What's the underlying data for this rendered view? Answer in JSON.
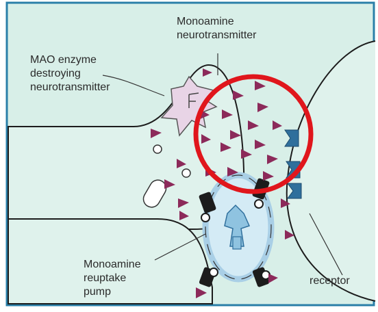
{
  "labels": {
    "monoamine": [
      "Monoamine",
      "neurotransmitter"
    ],
    "mao": [
      "MAO enzyme",
      "destroying",
      "neurotransmitter"
    ],
    "pump": [
      "Monoamine",
      "reuptake",
      "pump"
    ],
    "receptor": "receptor"
  },
  "colors": {
    "background": "#d8efe8",
    "outline": "#1c1c1c",
    "border": "#2a7fa8",
    "highlight_circle": "#e0161c",
    "neurotransmitter": "#8c2a5a",
    "receptor": "#2f6f9c",
    "mao_enzyme": "#e8d4e6",
    "pump_ring": "#a9cfe6"
  }
}
